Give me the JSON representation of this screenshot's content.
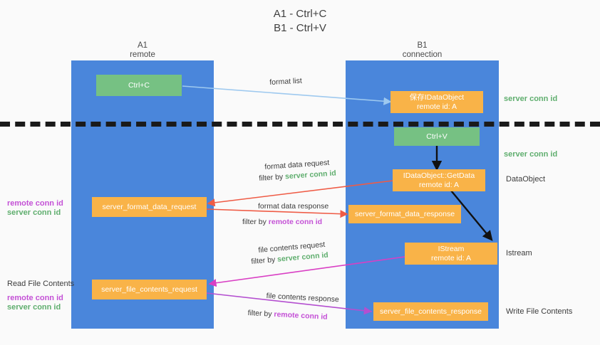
{
  "title": {
    "line1": "A1 - Ctrl+C",
    "line2": "B1 - Ctrl+V"
  },
  "lanes": [
    {
      "id": "a1",
      "name": "A1",
      "role": "remote"
    },
    {
      "id": "b1",
      "name": "B1",
      "role": "connection"
    }
  ],
  "boxes": {
    "ctrl_c": "Ctrl+C",
    "ctrl_v": "Ctrl+V",
    "save_idataobject_l1": "保存IDataObject",
    "save_idataobject_l2": "remote id: A",
    "getdata_l1": "IDataObject::GetData",
    "getdata_l2": "remote id: A",
    "istream_l1": "IStream",
    "istream_l2": "remote id: A",
    "server_format_data_request": "server_format_data_request",
    "server_format_data_response": "server_format_data_response",
    "server_file_contents_request": "server_file_contents_request",
    "server_file_contents_response": "server_file_contents_response"
  },
  "right_labels": {
    "server_conn_id_top": "server conn id",
    "server_conn_id_mid": "server conn id",
    "dataobject": "DataObject",
    "istream": "Istream",
    "write_file_contents": "Write File Contents"
  },
  "left_labels": {
    "remote_conn_id_1": "remote conn id",
    "server_conn_id_1": "server conn id",
    "read_file_contents": "Read File Contents",
    "remote_conn_id_2": "remote conn id",
    "server_conn_id_2": "server conn id"
  },
  "flows": [
    {
      "id": "format-list",
      "label": "format list",
      "filter_prefix": "",
      "filter_target": "",
      "color": "#9ec9ef"
    },
    {
      "id": "format-data-request",
      "label": "format data request",
      "filter_prefix": "filter by ",
      "filter_target": "server conn id",
      "filter_color": "green",
      "color": "#ef5b45"
    },
    {
      "id": "format-data-response",
      "label": "format data response",
      "filter_prefix": "filter by ",
      "filter_target": "remote conn id",
      "filter_color": "purple",
      "color": "#ef5b45"
    },
    {
      "id": "file-contents-request",
      "label": "file contents request",
      "filter_prefix": "filter by ",
      "filter_target": "server conn id",
      "filter_color": "green",
      "color": "#d93fc4"
    },
    {
      "id": "file-contents-response",
      "label": "file contents response",
      "filter_prefix": "filter by ",
      "filter_target": "remote conn id",
      "filter_color": "purple",
      "color": "#b44fd0"
    }
  ],
  "colors": {
    "lane": "#4a86db",
    "green_box": "#76c183",
    "orange_box": "#f9b348",
    "green_text": "#5fae6e",
    "purple_text": "#c451d6",
    "background": "#fafafa",
    "divider": "#1a1a1a"
  }
}
